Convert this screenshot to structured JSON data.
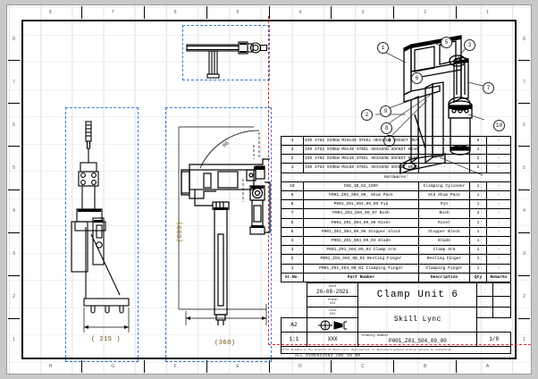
{
  "sheet": {
    "zones_top": [
      "8",
      "7",
      "6",
      "5",
      "4",
      "3",
      "2",
      "1"
    ],
    "zones_bottom": [
      "H",
      "G",
      "F",
      "E",
      "D",
      "C",
      "B",
      "A"
    ],
    "zones_left": [
      "8",
      "7",
      "6",
      "5",
      "4",
      "3",
      "2",
      "1"
    ],
    "zones_right": [
      "8",
      "7",
      "6",
      "5",
      "4",
      "3",
      "2",
      "1"
    ],
    "note": "ALL DIMENSIONS ARE IN MM"
  },
  "views": {
    "side_view": {
      "dim_width": "( 215 )"
    },
    "front_view": {
      "dim_height": "(800)",
      "dim_width": "(360)",
      "angle": "95"
    },
    "top_view": {},
    "iso_view": {
      "balloons": [
        "1",
        "2",
        "3",
        "4",
        "5",
        "6",
        "7",
        "8",
        "9",
        "10"
      ]
    }
  },
  "parts_list": {
    "columns": [
      "Sr.No.",
      "Part Number",
      "Description",
      "Qty",
      "Remarks"
    ],
    "hardware_label": "Hardwares:",
    "hardware": [
      {
        "sr": "4",
        "part": "ISO 4762 SCREW M10x45 STEEL  HEXAGON SOCKET HEAD CAP",
        "desc": "-",
        "qty": "6",
        "rem": "-"
      },
      {
        "sr": "3",
        "part": "ISO 4762 SCREW M8x40 STEEL  HEXAGON SOCKET HEAD CAP",
        "desc": "-",
        "qty": "4",
        "rem": "-"
      },
      {
        "sr": "2",
        "part": "ISO 4762 SCREW M8x45 STEEL  HEXAGON SOCKET HEAD CAP",
        "desc": "-",
        "qty": "2",
        "rem": "-"
      },
      {
        "sr": "1",
        "part": "ISO 4762 SCREW M8x50 STEEL  HEXAGON SOCKET HEAD CAP",
        "desc": "-",
        "qty": "2",
        "rem": "-"
      }
    ],
    "parts": [
      {
        "sr": "10",
        "part": "CKG_1B_63_100Y",
        "desc": "Clamping Cylinder",
        "qty": "1",
        "rem": "-"
      },
      {
        "sr": "9",
        "part": "P001_Z01_S04_09_ Shim Pack",
        "desc": "Std Shim Pack",
        "qty": "1",
        "rem": "-"
      },
      {
        "sr": "8",
        "part": "P001_Z01_S04_09_08 Pin",
        "desc": "Pin",
        "qty": "1",
        "rem": "-"
      },
      {
        "sr": "7",
        "part": "P001_Z01_S04_09_07 Bush",
        "desc": "Bush",
        "qty": "3",
        "rem": "-"
      },
      {
        "sr": "6",
        "part": "P001_Z01_S04_09_06 Riser",
        "desc": "Riser",
        "qty": "1",
        "rem": "-"
      },
      {
        "sr": "5",
        "part": "P001_Z01_S04_09_05 Stopper block",
        "desc": "Stopper Block",
        "qty": "1",
        "rem": "-"
      },
      {
        "sr": "4",
        "part": "P001_Z01_S04_09_04 Blade",
        "desc": "Blade",
        "qty": "1",
        "rem": "-"
      },
      {
        "sr": "3",
        "part": "P001_Z01_S04_09_03 Clamp Arm",
        "desc": "Clamp Arm",
        "qty": "1",
        "rem": "-"
      },
      {
        "sr": "2",
        "part": "P001_Z01_S04_09_02 Resting Finger",
        "desc": "Resting Finger",
        "qty": "1",
        "rem": "-"
      },
      {
        "sr": "1",
        "part": "P001_Z01_S04_09_01 Clamping Finger",
        "desc": "Clamping Finger",
        "qty": "1",
        "rem": "-"
      }
    ]
  },
  "title_block": {
    "date_label": "Date",
    "date": "26-08-2021",
    "drawn_label": "Drawn",
    "drawn_by": "XXX",
    "checked_label": "Chkd",
    "checked_by": "XXX",
    "size": "A2",
    "projection": "first-angle-projection-symbol",
    "scale": "1:1",
    "material": "XXX",
    "drawing_title": "Clamp Unit 6",
    "company": "Skill Lync",
    "drawing_number_label": "Drawing Number",
    "drawing_number": "P001_Z01_S04_09_00",
    "sheet": "1/8",
    "disclaimer": "This drawing is the property of Skill Lync. Reproduction or disclosure without written consent is prohibited.",
    "revisions": [
      "-",
      "-",
      "-",
      "-",
      "-",
      "-"
    ]
  }
}
